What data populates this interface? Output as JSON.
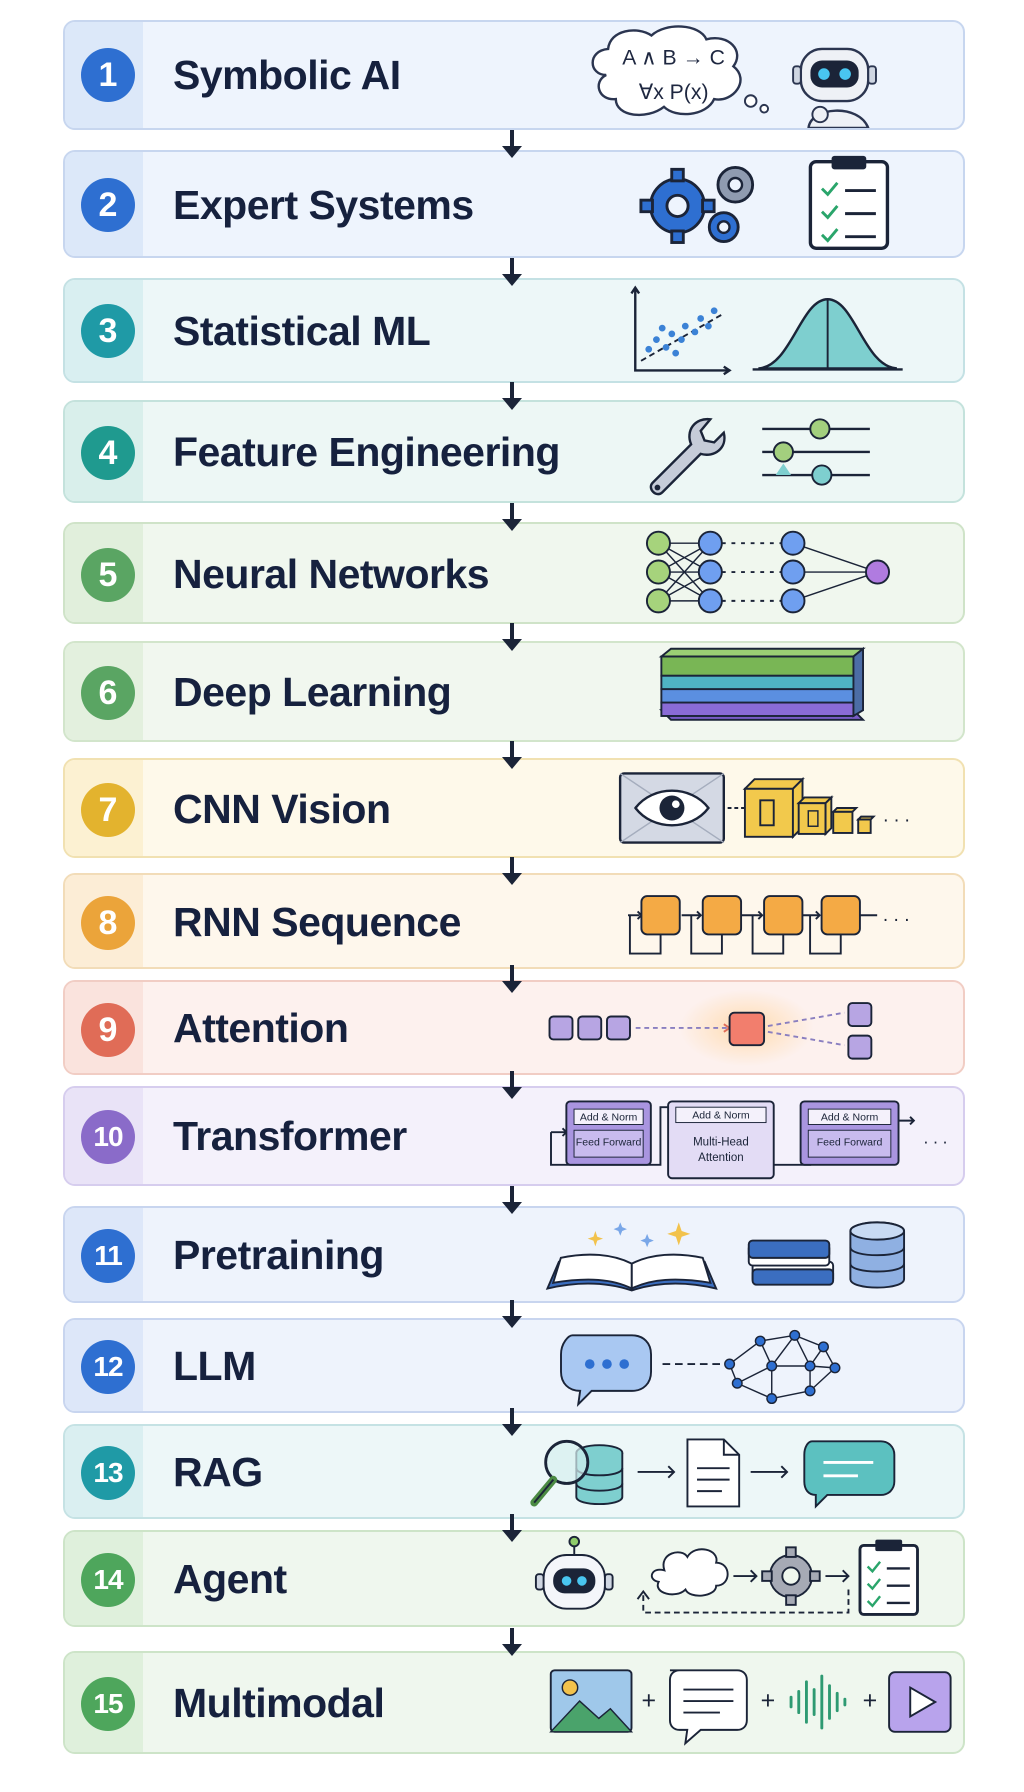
{
  "steps": [
    {
      "number": "1",
      "title": "Symbolic AI",
      "icon": "logic-robot-icon",
      "color": "#2e6fd1",
      "bg": "#eef4fd",
      "stripe": "#dce8f9",
      "border": "#c7d6ef"
    },
    {
      "number": "2",
      "title": "Expert Systems",
      "icon": "gears-checklist-icon",
      "color": "#2e6fd1",
      "bg": "#eef4fd",
      "stripe": "#dce8f9",
      "border": "#c7d6ef"
    },
    {
      "number": "3",
      "title": "Statistical ML",
      "icon": "scatter-bellcurve-icon",
      "color": "#1f9aa6",
      "bg": "#edf7f8",
      "stripe": "#d9eff1",
      "border": "#c4e1e4"
    },
    {
      "number": "4",
      "title": "Feature Engineering",
      "icon": "wrench-sliders-icon",
      "color": "#1f9a8f",
      "bg": "#edf7f5",
      "stripe": "#d9efeb",
      "border": "#c4e2dc"
    },
    {
      "number": "5",
      "title": "Neural Networks",
      "icon": "neural-network-icon",
      "color": "#5aa563",
      "bg": "#f0f7ee",
      "stripe": "#e1efdc",
      "border": "#cfe3c8"
    },
    {
      "number": "6",
      "title": "Deep Learning",
      "icon": "stacked-layers-icon",
      "color": "#5aa563",
      "bg": "#f1f7ef",
      "stripe": "#e3f0de",
      "border": "#d2e5cb"
    },
    {
      "number": "7",
      "title": "CNN Vision",
      "icon": "eye-conv-icon",
      "color": "#e3b32e",
      "bg": "#fef9ea",
      "stripe": "#fcf1d2",
      "border": "#f1e1b1"
    },
    {
      "number": "8",
      "title": "RNN Sequence",
      "icon": "rnn-chain-icon",
      "color": "#eba43a",
      "bg": "#fef7ec",
      "stripe": "#fcedd6",
      "border": "#f2dcb8"
    },
    {
      "number": "9",
      "title": "Attention",
      "icon": "attention-icon",
      "color": "#e06c57",
      "bg": "#fdf1ee",
      "stripe": "#fae3dd",
      "border": "#f1cdc4"
    },
    {
      "number": "10",
      "title": "Transformer",
      "icon": "transformer-blocks-icon",
      "color": "#8a6bc9",
      "bg": "#f4f1fb",
      "stripe": "#e9e3f7",
      "border": "#d6cdee"
    },
    {
      "number": "11",
      "title": "Pretraining",
      "icon": "book-database-icon",
      "color": "#2e6fd1",
      "bg": "#eef3fc",
      "stripe": "#dde7f9",
      "border": "#c8d5ef"
    },
    {
      "number": "12",
      "title": "LLM",
      "icon": "chat-graph-icon",
      "color": "#2e6fd1",
      "bg": "#eef3fc",
      "stripe": "#dde7f9",
      "border": "#c8d5ef"
    },
    {
      "number": "13",
      "title": "RAG",
      "icon": "search-doc-chat-icon",
      "color": "#1f9aa6",
      "bg": "#edf7f8",
      "stripe": "#daeff1",
      "border": "#c5e2e4"
    },
    {
      "number": "14",
      "title": "Agent",
      "icon": "agent-loop-icon",
      "color": "#4ea65c",
      "bg": "#eff7ee",
      "stripe": "#dff0dc",
      "border": "#cde4c8"
    },
    {
      "number": "15",
      "title": "Multimodal",
      "icon": "image-text-audio-video-icon",
      "color": "#4ea65c",
      "bg": "#eff7ee",
      "stripe": "#dff0dc",
      "border": "#cde4c8"
    }
  ],
  "labels": {
    "logic_line1": "A ∧ B → C",
    "logic_line2": "∀x   P(x)",
    "add_norm": "Add & Norm",
    "feed_forward": "Feed Forward",
    "multi_head": "Multi-Head",
    "attention": "Attention",
    "ellipsis": ". . .",
    "plus": "+"
  }
}
